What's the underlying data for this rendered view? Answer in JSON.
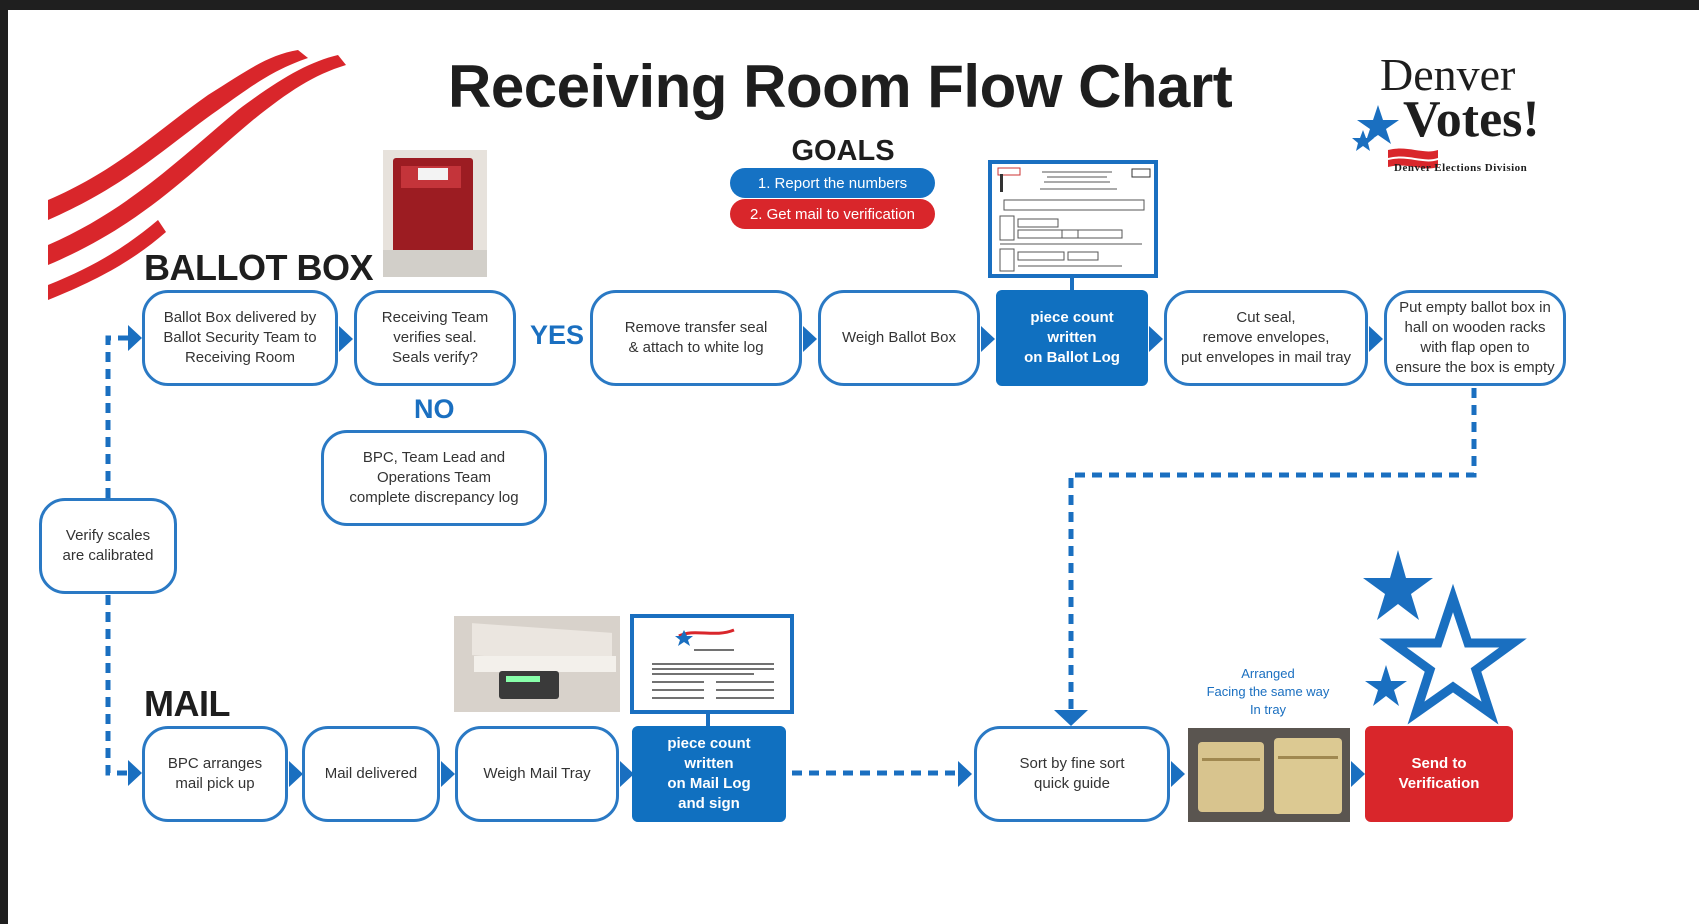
{
  "title": "Receiving Room Flow Chart",
  "goals": {
    "heading": "GOALS",
    "items": [
      "1. Report the numbers",
      "2. Get mail to verification"
    ]
  },
  "logo": {
    "line1": "Denver",
    "line2": "Votes!",
    "subtitle": "Denver Elections Division"
  },
  "sections": {
    "ballot_box": "BALLOT BOX",
    "mail": "MAIL"
  },
  "labels": {
    "yes": "YES",
    "no": "NO",
    "arranged": "Arranged\nFacing the same way\nIn tray"
  },
  "ballot_row": [
    "Ballot Box delivered by\nBallot Security Team to\nReceiving Room",
    "Receiving Team\nverifies seal.\nSeals verify?",
    "Remove transfer seal\n& attach to white log",
    "Weigh Ballot Box",
    "piece count written\non Ballot Log",
    "Cut seal,\nremove envelopes,\nput envelopes in mail tray",
    "Put empty ballot box in\nhall on wooden racks\nwith flap open to\nensure the box is empty"
  ],
  "discrepancy": "BPC, Team Lead and\nOperations Team\ncomplete discrepancy log",
  "verify_scales": "Verify scales\nare calibrated",
  "mail_row": [
    "BPC arranges\nmail pick up",
    "Mail delivered",
    "Weigh Mail Tray",
    "piece count written\non Mail Log\nand sign",
    "Sort by fine sort\nquick guide",
    "Send to\nVerification"
  ],
  "colors": {
    "blue": "#1070c0",
    "red": "#d9262b",
    "node_border": "#2a79c4"
  }
}
